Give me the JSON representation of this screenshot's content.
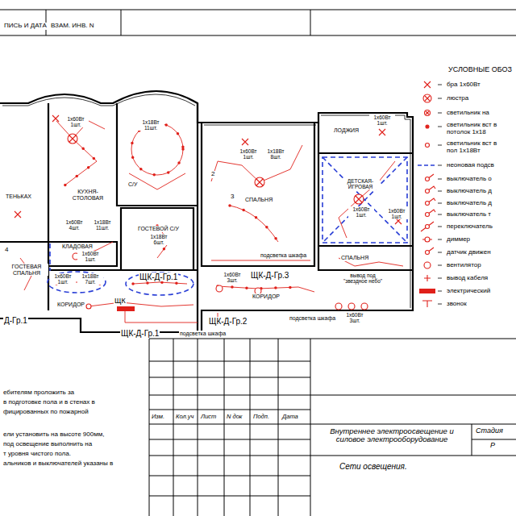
{
  "diagram": {
    "labels": [
      "ПИСЬ И ДАТА",
      "ВЗАМ. ИНВ. N",
      "1х60Вт 1шт.",
      "1х18Вт 11шт.",
      "С/У",
      "КУХНЯ-СТОЛОВАЯ",
      "ТЕНЬКАХ",
      "1х60Вт 4шт.",
      "1х18Вт 11шт.",
      "КЛАДОВАЯ",
      "1х60Вт 1шт.",
      "ГОСТЕВОЙ С/У",
      "1х18Вт 6шт.",
      "4",
      "ГОСТЕВАЯ СПАЛЬНЯ",
      "1х60Вт 1шт.",
      "1х18Вт 7шт.",
      "ЩК-Д-Гр.1",
      "КОРИДОР",
      "Д-Гр.1",
      "ЩК",
      "ЩК-Д-Гр.1",
      "подсветка шкафа",
      "ЩК-Д-Гр.2",
      "1х60Вт 1шт.",
      "1х18Вт 8шт.",
      "2",
      "3",
      "СПАЛЬНЯ",
      "подсветка шкафа",
      "1х60Вт 3шт.",
      "ЩК-Д-Гр.3",
      "КОРИДОР",
      "подсветка шкафа",
      "ЛОДЖИЯ",
      "1х60Вт 1шт.",
      "ДЕТСКАЯ-ИГРОВАЯ",
      "1х60Вт 1шт.",
      "1х60Вт 1шт.",
      "СПАЛЬНЯ",
      "вывод под \"звездное небо\"",
      "1х60Вт 3шт.",
      "УСЛОВНЫЕ ОБОЗ",
      "ебителям проложить за",
      "в подготовке пола и в стенах в",
      "фицированных по пожарной",
      "ели установить на высоте 900мм,",
      "под освещение выполнить на",
      "т уровня чистого пола.",
      "альников и выключателей указаны в",
      "Изм.",
      "Кол.уч",
      "Лист",
      "N док",
      "Подп.",
      "Дата",
      "Внутреннее электроосвещение и силовое электрооборудование",
      "Стадия",
      "Р",
      "Сети освещения."
    ],
    "legend": [
      {
        "text": "бра 1х60Вт"
      },
      {
        "text": "люстра"
      },
      {
        "text": "светильник на"
      },
      {
        "text": "светильник вст в потолок 1х18"
      },
      {
        "text": "светильник вст в пол 1х18Вт"
      },
      {
        "text": "неоновая подсв"
      },
      {
        "text": "выключатель о"
      },
      {
        "text": "выключатель д"
      },
      {
        "text": "выключатель д"
      },
      {
        "text": "выключатель т"
      },
      {
        "text": "переключатель"
      },
      {
        "text": "диммер"
      },
      {
        "text": "датчик движен"
      },
      {
        "text": "вентилятор"
      },
      {
        "text": "вывод кабеля"
      },
      {
        "text": "электрический",
        "color": "#e0201a"
      },
      {
        "text": "звонок"
      }
    ]
  }
}
